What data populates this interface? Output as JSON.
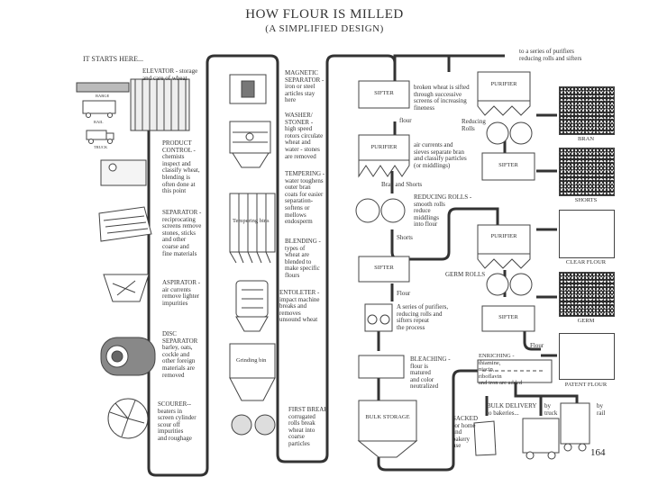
{
  "title": "HOW FLOUR IS MILLED",
  "subtitle": "(A SIMPLIFIED DESIGN)",
  "start_label": "IT STARTS HERE...",
  "page_number": "164",
  "column1": {
    "elevator": "ELEVATOR - storage\nand care of wheat",
    "barge": "BARGE",
    "rail": "RAIL",
    "truck": "TRUCK",
    "product_control": "PRODUCT\nCONTROL -\nchemists\ninspect and\nclassify wheat,\nblending is\noften done at\nthis point",
    "separator": "SEPARATOR -\nreciprocating\nscreens remove\nstones, sticks\nand other\ncoarse and\nfine materials",
    "aspirator": "ASPIRATOR -\nair currents\nremove lighter\nimpurities",
    "disc_separator": "DISC\nSEPARATOR\nbarley, oats,\ncockle and\nother foreign\nmaterials are\nremoved",
    "scourer": "SCOURER--\nbeaters in\nscreen cylinder\nscour off\nimpurities\nand roughage"
  },
  "column2": {
    "magnetic": "MAGNETIC\nSEPARATOR -\niron or steel\narticles stay\nhere",
    "washer": "WASHER/\nSTONER -\nhigh speed\nrotors circulate\nwheat and\nwater - stones\nare removed",
    "tempering": "TEMPERING -\nwater toughens\nouter bran\ncoats for easier\nseparation-\nsoftens or\nmellows\nendosperm",
    "blending": "BLENDING -\ntypes of\nwheat are\nblended to\nmake specific\nflours",
    "entoleter": "ENTOLETER -\nimpact machine\nbreaks and\nremoves\nunsound wheat",
    "first_break": "FIRST BREAK\ncorrugated\nrolls break\nwheat into\ncoarse\nparticles",
    "tempering_bins": "Tempering bins",
    "grinding_bin": "Grinding bin"
  },
  "column3": {
    "sifter": "SIFTER",
    "sifter_desc": "broken wheat is sifted\nthrough successive\nscreens of increasing\nfineness",
    "flour": "flour",
    "purifier": "PURIFIER",
    "purifier_desc": "air currents and\nsieves separate bran\nand classify particles\n(or middlings)",
    "bran_shorts": "Bran and Shorts",
    "reducing_rolls": "REDUCING ROLLS -\nsmooth rolls\nreduce\nmiddlings\ninto flour",
    "shorts": "Shorts",
    "flour_cap": "Flour",
    "series": "A series of purifiers,\nreducing rolls and\nsifters repeat\nthe process",
    "bleaching": "BLEACHING -\nflour is\nmatured\nand color\nneutralized",
    "bulk_storage": "BULK STORAGE"
  },
  "column4": {
    "to_series": "to a series of purifiers\nreducing rolls and sifters",
    "purifier": "PURIFIER",
    "reducing_rolls": "Reducing\nRolls",
    "sifter": "SIFTER",
    "germ_rolls": "GERM ROLLS",
    "flour": "Flour",
    "enriching": "ENRICHING -\nthiamine,\nniacin,\nriboflavin\nand iron are added",
    "bulk_delivery": "BULK DELIVERY\nto bakeries...",
    "by_truck": "by\ntruck",
    "by_rail": "by\nrail",
    "sacked": "SACKED\nfor home\nand\nbakery\nuse"
  },
  "products": {
    "bran": "BRAN",
    "shorts": "SHORTS",
    "clear_flour": "CLEAR FLOUR",
    "germ": "GERM",
    "patent_flour": "PATENT FLOUR"
  }
}
